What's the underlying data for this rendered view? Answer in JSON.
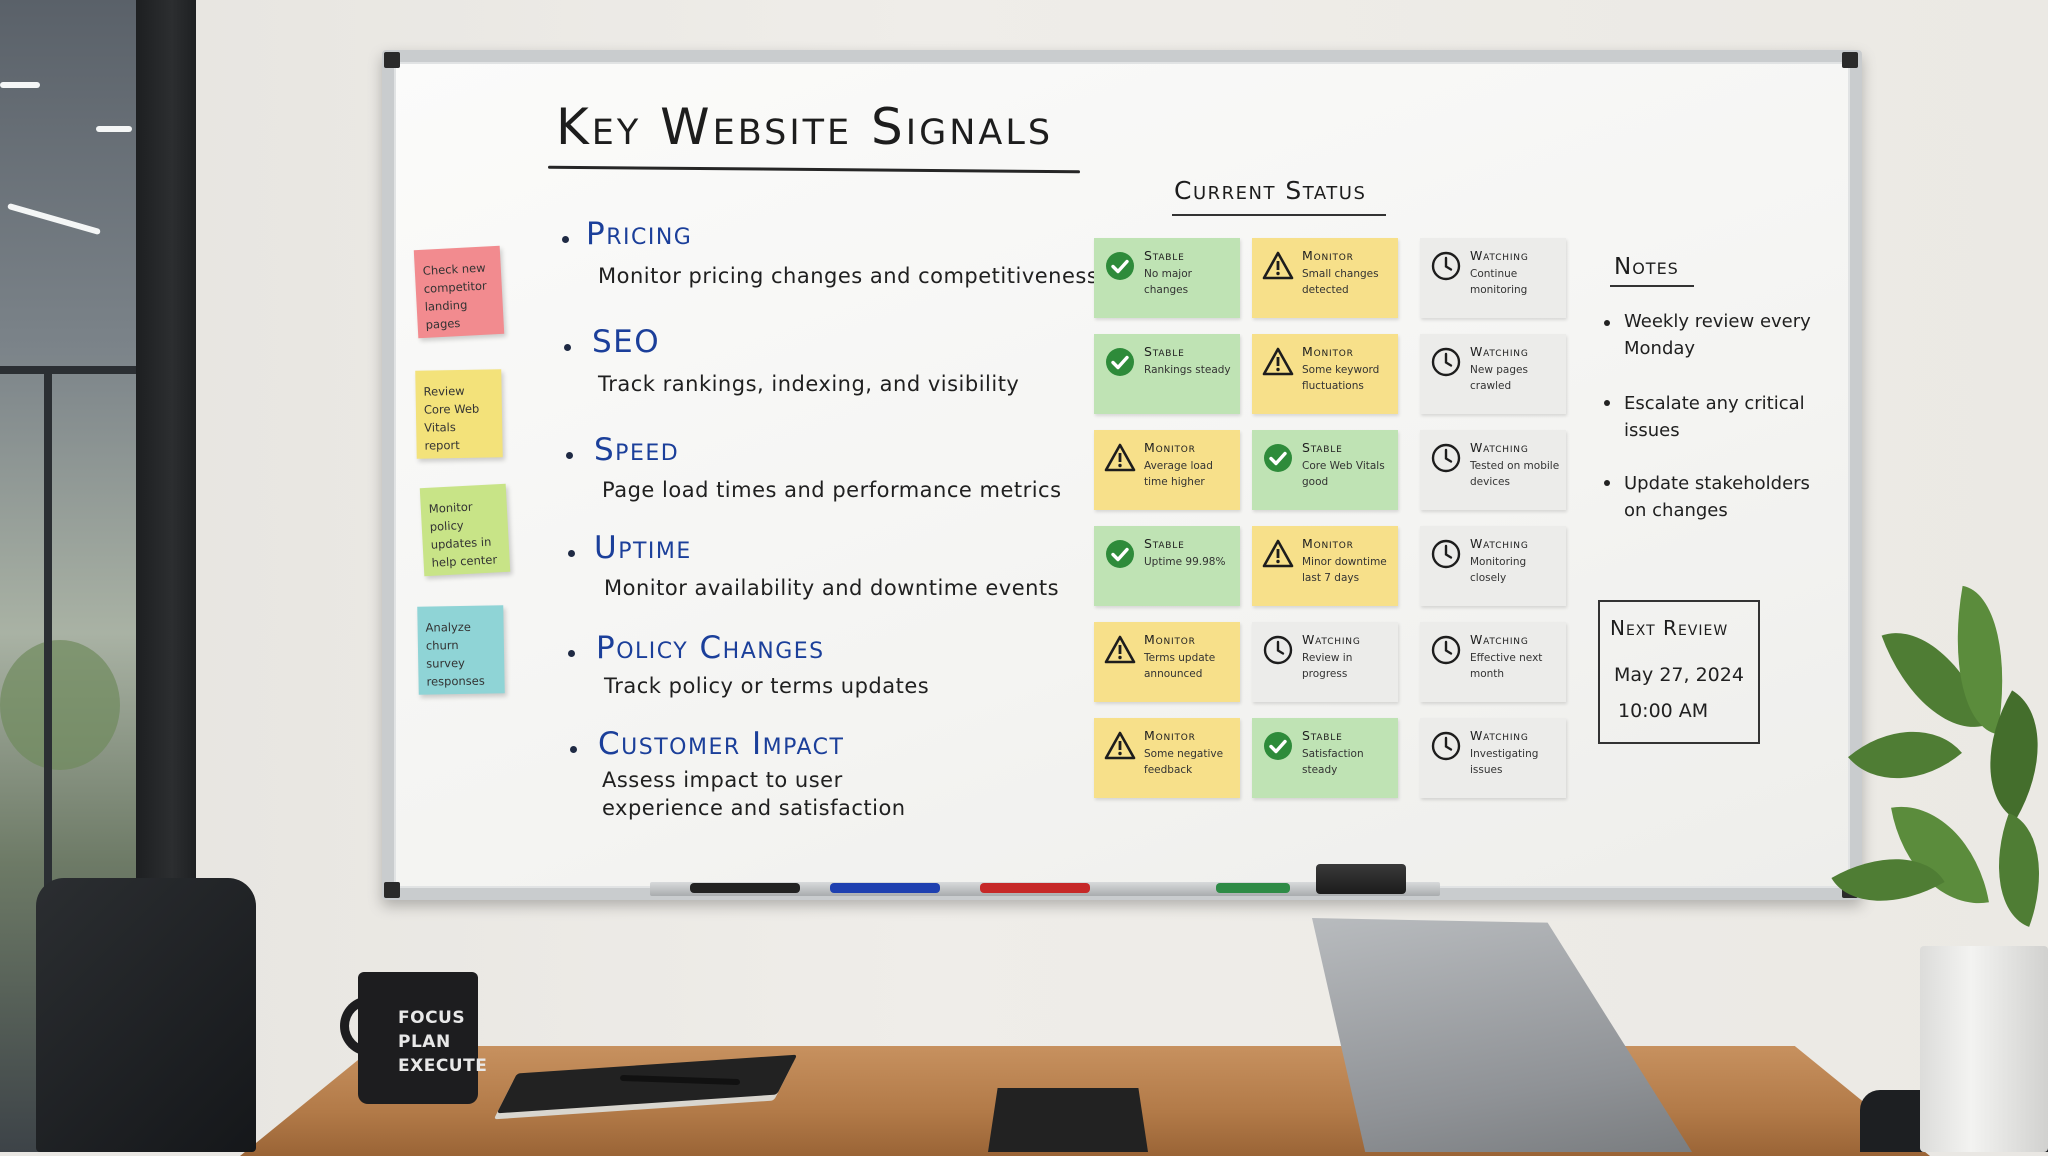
{
  "board": {
    "title": "Key Website Signals",
    "signals": [
      {
        "name": "Pricing",
        "desc": "Monitor pricing changes and competitiveness"
      },
      {
        "name": "SEO",
        "desc": "Track rankings, indexing, and visibility"
      },
      {
        "name": "Speed",
        "desc": "Page load times and performance metrics"
      },
      {
        "name": "Uptime",
        "desc": "Monitor availability and downtime events"
      },
      {
        "name": "Policy Changes",
        "desc": "Track policy or terms updates"
      },
      {
        "name": "Customer Impact",
        "desc": "Assess impact to user experience and satisfaction"
      }
    ],
    "stickies": [
      {
        "text": "Check new competitor landing pages",
        "color": "#f28b8f"
      },
      {
        "text": "Review Core Web Vitals report",
        "color": "#f3e27a"
      },
      {
        "text": "Monitor policy updates in help center",
        "color": "#c8e487"
      },
      {
        "text": "Analyze churn survey responses",
        "color": "#8fd4d6"
      }
    ],
    "status_heading": "Current Status",
    "status_rows": [
      [
        {
          "status": "Stable",
          "note": "No major changes",
          "kind": "stable"
        },
        {
          "status": "Monitor",
          "note": "Small changes detected",
          "kind": "monitor"
        },
        {
          "status": "Watching",
          "note": "Continue monitoring",
          "kind": "watching"
        }
      ],
      [
        {
          "status": "Stable",
          "note": "Rankings steady",
          "kind": "stable"
        },
        {
          "status": "Monitor",
          "note": "Some keyword fluctuations",
          "kind": "monitor"
        },
        {
          "status": "Watching",
          "note": "New pages crawled",
          "kind": "watching"
        }
      ],
      [
        {
          "status": "Monitor",
          "note": "Average load time higher",
          "kind": "monitor"
        },
        {
          "status": "Stable",
          "note": "Core Web Vitals good",
          "kind": "stable"
        },
        {
          "status": "Watching",
          "note": "Tested on mobile devices",
          "kind": "watching"
        }
      ],
      [
        {
          "status": "Stable",
          "note": "Uptime 99.98%",
          "kind": "stable"
        },
        {
          "status": "Monitor",
          "note": "Minor downtime last 7 days",
          "kind": "monitor"
        },
        {
          "status": "Watching",
          "note": "Monitoring closely",
          "kind": "watching"
        }
      ],
      [
        {
          "status": "Monitor",
          "note": "Terms update announced",
          "kind": "monitor"
        },
        {
          "status": "Watching",
          "note": "Review in progress",
          "kind": "watching"
        },
        {
          "status": "Watching",
          "note": "Effective next month",
          "kind": "watching"
        }
      ],
      [
        {
          "status": "Monitor",
          "note": "Some negative feedback",
          "kind": "monitor"
        },
        {
          "status": "Stable",
          "note": "Satisfaction steady",
          "kind": "stable"
        },
        {
          "status": "Watching",
          "note": "Investigating issues",
          "kind": "watching"
        }
      ]
    ],
    "notes_heading": "Notes",
    "notes": [
      "Weekly review every Monday",
      "Escalate any critical issues",
      "Update stakeholders on changes"
    ],
    "next_review": {
      "heading": "Next Review",
      "date": "May 27, 2024",
      "time": "10:00 AM"
    }
  },
  "mug": {
    "line1": "FOCUS",
    "line2": "PLAN",
    "line3": "EXECUTE"
  },
  "colors": {
    "stable": "#bfe3b4",
    "monitor": "#f7e08a",
    "watching": "#ececea",
    "heading_blue": "#1b3f9a",
    "check": "#2e8b3a"
  },
  "markers": [
    "#222222",
    "#1e40b0",
    "#c62828",
    "#2e8b46"
  ]
}
